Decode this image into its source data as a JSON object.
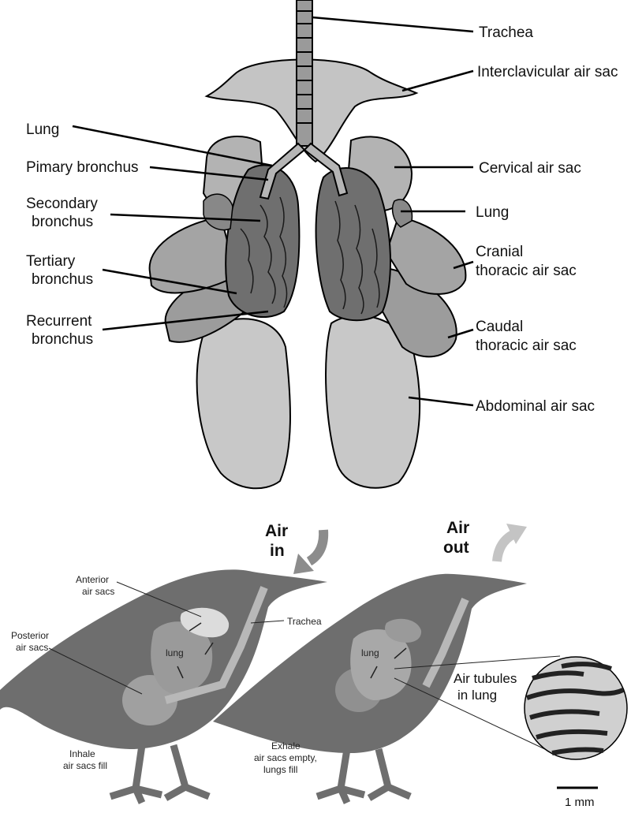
{
  "anatomy_labels": {
    "trachea": "Trachea",
    "interclavicular": "Interclavicular air sac",
    "lung_left": "Lung",
    "primary_bronchus": "Pimary bronchus",
    "secondary_bronchus_1": "Secondary",
    "secondary_bronchus_2": "bronchus",
    "tertiary_bronchus_1": "Tertiary",
    "tertiary_bronchus_2": "bronchus",
    "recurrent_bronchus_1": "Recurrent",
    "recurrent_bronchus_2": "bronchus",
    "cervical": "Cervical air sac",
    "lung_right": "Lung",
    "cranial_1": "Cranial",
    "cranial_2": "thoracic air sac",
    "caudal_1": "Caudal",
    "caudal_2": "thoracic air sac",
    "abdominal": "Abdominal air sac"
  },
  "flow": {
    "air_in_1": "Air",
    "air_in_2": "in",
    "air_out_1": "Air",
    "air_out_2": "out"
  },
  "bird_labels": {
    "anterior_1": "Anterior",
    "anterior_2": "air sacs",
    "posterior_1": "Posterior",
    "posterior_2": "air sacs",
    "trachea": "Trachea",
    "lung_inhale": "lung",
    "lung_exhale": "lung",
    "inhale_1": "Inhale",
    "inhale_2": "air sacs fill",
    "exhale_1": "Exhale",
    "exhale_2": "air sacs empty,",
    "exhale_3": "lungs fill",
    "tubules_1": "Air tubules",
    "tubules_2": "in lung",
    "scale": "1 mm"
  }
}
